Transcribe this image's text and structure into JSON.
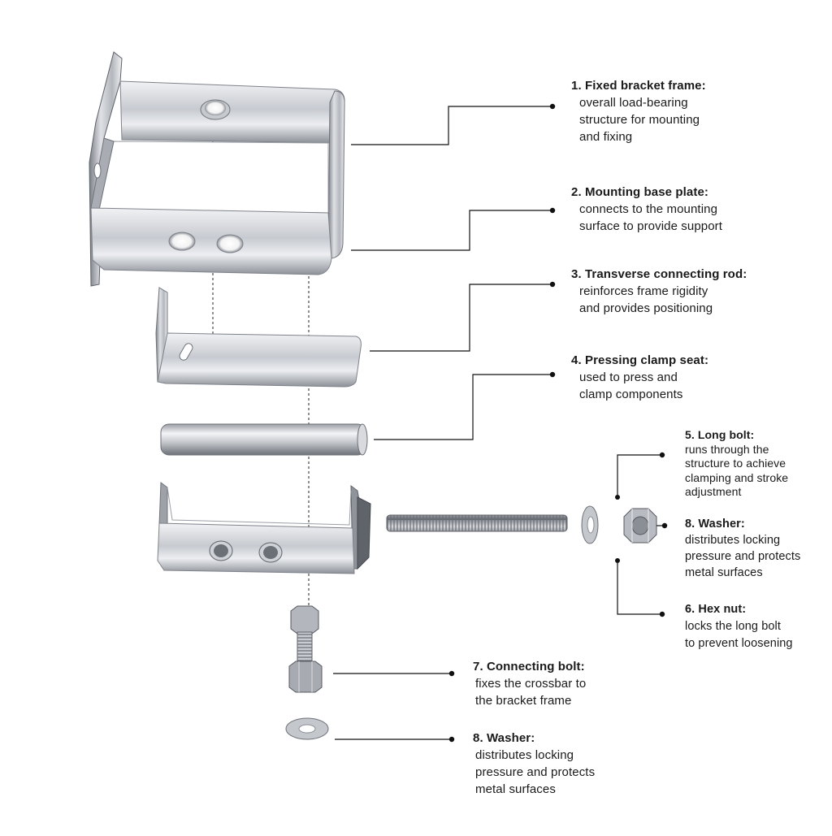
{
  "labels": [
    {
      "title": "1. Fixed bracket frame:",
      "desc": "overall load-bearing\nstructure for mounting\nand fixing"
    },
    {
      "title": "2. Mounting base plate:",
      "desc": "connects to the mounting\nsurface to provide support"
    },
    {
      "title": "3. Transverse connecting rod:",
      "desc": "reinforces frame rigidity\nand provides positioning"
    },
    {
      "title": "4. Pressing clamp seat:",
      "desc": "used to press and\nclamp components"
    },
    {
      "title": "5. Long bolt:",
      "desc": "runs through the\nstructure to achieve\nclamping and stroke\nadjustment"
    },
    {
      "title": "8. Washer:",
      "desc": "distributes locking\npressure and protects\nmetal surfaces"
    },
    {
      "title": "6. Hex nut:",
      "desc": "locks the long bolt\nto prevent loosening"
    },
    {
      "title": "7. Connecting bolt:",
      "desc": "fixes the crossbar to\nthe bracket frame"
    },
    {
      "title": "8. Washer:",
      "desc": "distributes locking\npressure and protects\nmetal surfaces"
    }
  ],
  "colors": {
    "metal_light": "#e4e6ea",
    "metal_mid": "#b9bdc3",
    "metal_dark": "#6f747b",
    "leader": "#111111"
  },
  "icons": [
    "bracket-frame-icon",
    "base-plate-icon",
    "rod-icon",
    "clamp-seat-icon",
    "long-bolt-icon",
    "washer-icon",
    "hex-nut-icon",
    "connecting-bolt-icon"
  ]
}
